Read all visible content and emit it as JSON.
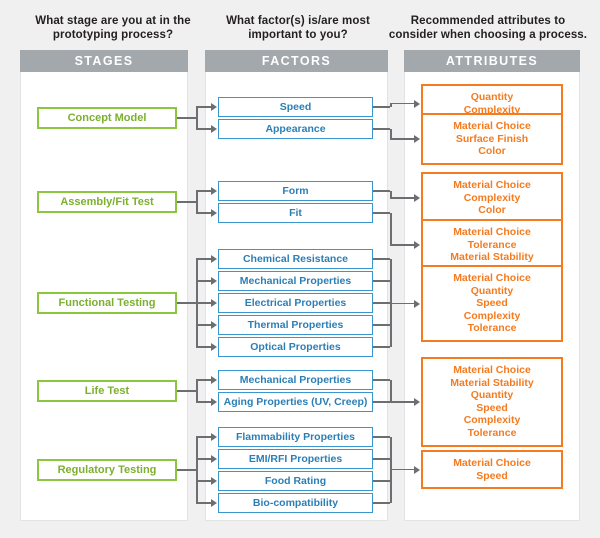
{
  "headings": {
    "col1": "What stage are you at in the\nprototyping process?",
    "col2": "What factor(s) is/are most\nimportant to you?",
    "col3": "Recommended attributes to\nconsider when choosing a process."
  },
  "columns": {
    "stages_header": "STAGES",
    "factors_header": "FACTORS",
    "attributes_header": "ATTRIBUTES"
  },
  "colors": {
    "stage_green": "#8cc63e",
    "stage_text": "#7cb02e",
    "factor_blue": "#3a96ce",
    "factor_text": "#2b7fb5",
    "attribute_orange": "#f47b20",
    "header_gray": "#a2a8ac",
    "connector_gray": "#6d6e71",
    "page_background": "#f0f0f0",
    "panel_background": "#ffffff"
  },
  "groups": [
    {
      "stage": "Concept Model",
      "factors": [
        "Speed",
        "Appearance"
      ],
      "attributes": [
        "Quantity\nComplexity",
        "Material Choice\nSurface Finish\nColor"
      ],
      "mapping": "one-to-one"
    },
    {
      "stage": "Assembly/Fit Test",
      "factors": [
        "Form",
        "Fit"
      ],
      "attributes": [
        "Material Choice\nComplexity\nColor",
        "Material Choice\nTolerance\nMaterial Stability"
      ],
      "mapping": "one-to-one"
    },
    {
      "stage": "Functional Testing",
      "factors": [
        "Chemical Resistance",
        "Mechanical Properties",
        "Electrical Properties",
        "Thermal Properties",
        "Optical Properties"
      ],
      "attributes": [
        "Material Choice\nQuantity\nSpeed\nComplexity\nTolerance"
      ],
      "mapping": "many-to-one"
    },
    {
      "stage": "Life Test",
      "factors": [
        "Mechanical Properties",
        "Aging Properties (UV, Creep)"
      ],
      "attributes": [
        "Material Choice\nMaterial Stability\nQuantity\nSpeed\nComplexity\nTolerance"
      ],
      "mapping": "many-to-one"
    },
    {
      "stage": "Regulatory Testing",
      "factors": [
        "Flammability Properties",
        "EMI/RFI Properties",
        "Food Rating",
        "Bio-compatibility"
      ],
      "attributes": [
        "Material Choice\nSpeed"
      ],
      "mapping": "many-to-one"
    }
  ]
}
